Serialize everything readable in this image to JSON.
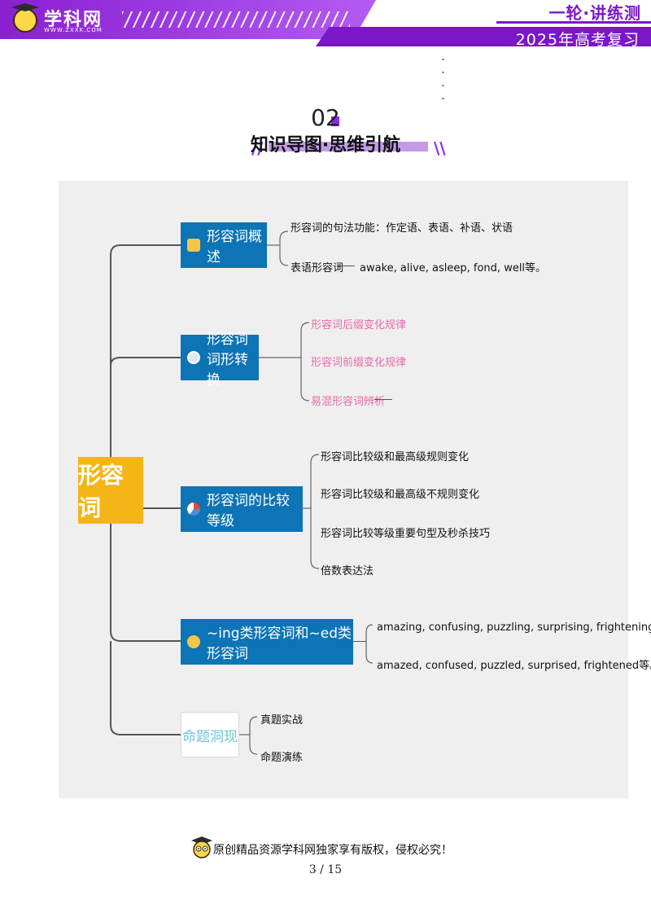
{
  "header": {
    "logo_text": "学科网",
    "logo_url": "WWW.ZXXK.COM",
    "series": "一轮·讲练测",
    "year_label": "2025年高考复习"
  },
  "section": {
    "number": "02",
    "title": "知识导图·思维引航"
  },
  "mindmap": {
    "root": "形容词",
    "branches": [
      {
        "label": "形容词概述",
        "icon": "book-icon",
        "leaves": [
          "形容词的句法功能：作定语、表语、补语、状语",
          "表语形容词"
        ],
        "detail": "awake, alive, asleep, fond, well等。"
      },
      {
        "label": "形容词词形转换",
        "icon": "target-icon",
        "leaves": [
          "形容词后缀变化规律",
          "形容词前缀变化规律",
          "易混形容词辨析"
        ]
      },
      {
        "label": "形容词的比较等级",
        "icon": "pie-chart-icon",
        "leaves": [
          "形容词比较级和最高级规则变化",
          "形容词比较级和最高级不规则变化",
          "形容词比较等级重要句型及秒杀技巧",
          "倍数表达法"
        ]
      },
      {
        "label": "~ing类形容词和~ed类形容词",
        "icon": "flag-icon",
        "leaves": [
          "amazing, confusing, puzzling, surprising, frightening等。",
          "amazed, confused, puzzled, surprised, frightened等。"
        ]
      },
      {
        "label": "命题洞现",
        "leaves": [
          "真题实战",
          "命题演练"
        ]
      }
    ],
    "colors": {
      "root": "#f5b516",
      "node": "#0d74b5",
      "pink_leaf": "#e86aa8",
      "light_node_text": "#6cc6d6"
    }
  },
  "footer": {
    "copyright": "原创精品资源学科网独家享有版权，侵权必究！",
    "page": "3 / 15"
  }
}
